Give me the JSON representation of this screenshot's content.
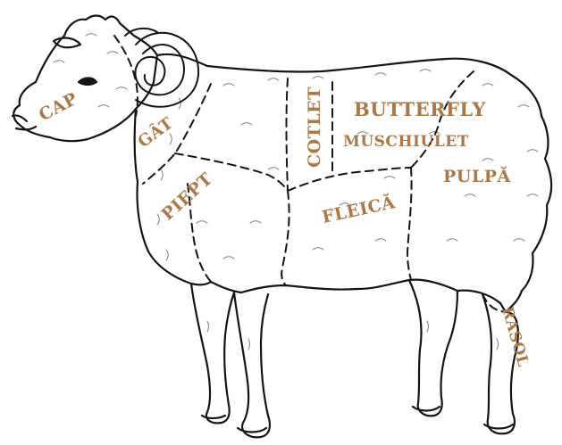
{
  "colors": {
    "label": "#a9794a",
    "outline": "#151515",
    "background": "#ffffff"
  },
  "cuts": {
    "cap": "CAP",
    "gat": "GÂT",
    "piept": "PIEPT",
    "cotlet": "COTLET",
    "butterfly": "BUTTERFLY",
    "muschiulet": "MUSCHIULET",
    "fleica": "FLEICĂ",
    "pulpa": "PULPĂ",
    "rasol": "RASOL"
  }
}
